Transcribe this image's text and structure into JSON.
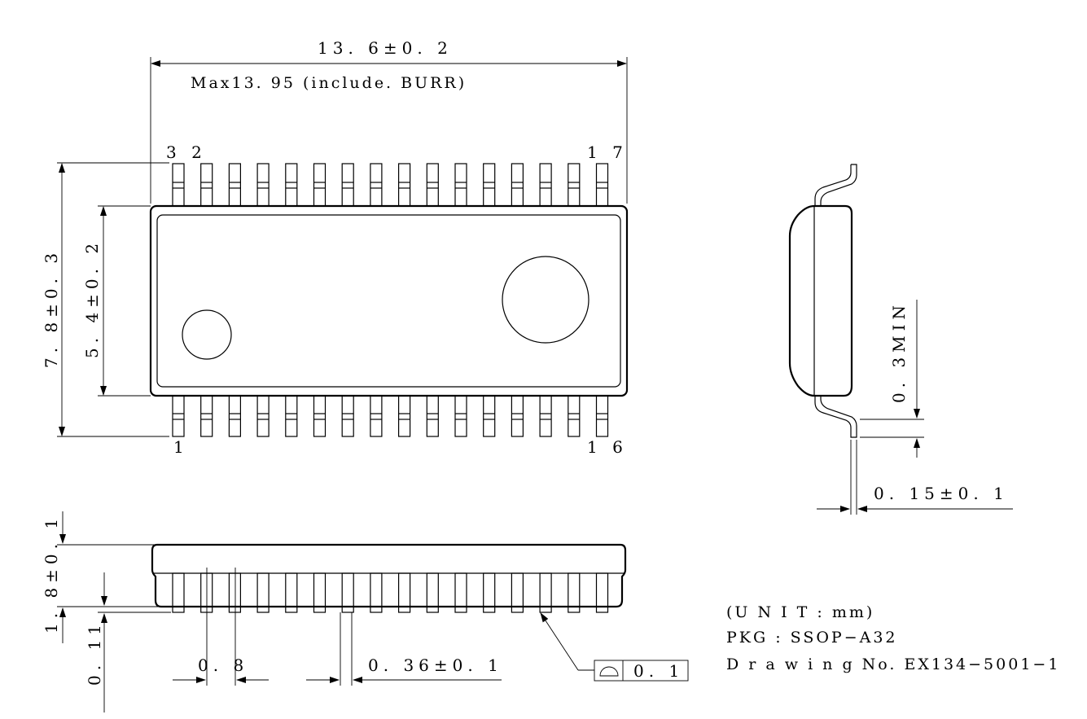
{
  "dims": {
    "width": "13. 6±0. 2",
    "width_max": "Max13. 95 (include. BURR)",
    "height_total": "7. 8±0. 3",
    "height_body": "5. 4±0. 2",
    "thickness": "1. 8±0. 1",
    "standoff": "0. 11",
    "pitch": "0. 8",
    "lead_width": "0. 36±0. 1",
    "lead_len_min": "0. 3MIN",
    "lead_thick": "0. 15±0. 1",
    "coplanarity": "0. 1"
  },
  "pins": {
    "top_left": "3 2",
    "top_right": "1 7",
    "bottom_left": "1",
    "bottom_right": "1 6"
  },
  "info": {
    "unit": "(U N I T : mm)",
    "package": "PKG : SSOP−A32",
    "drawing_no": "D r a w i n g  No. EX134−5001−1"
  },
  "icons": {
    "coplanarity_symbol": "profile-of-surface-icon"
  }
}
